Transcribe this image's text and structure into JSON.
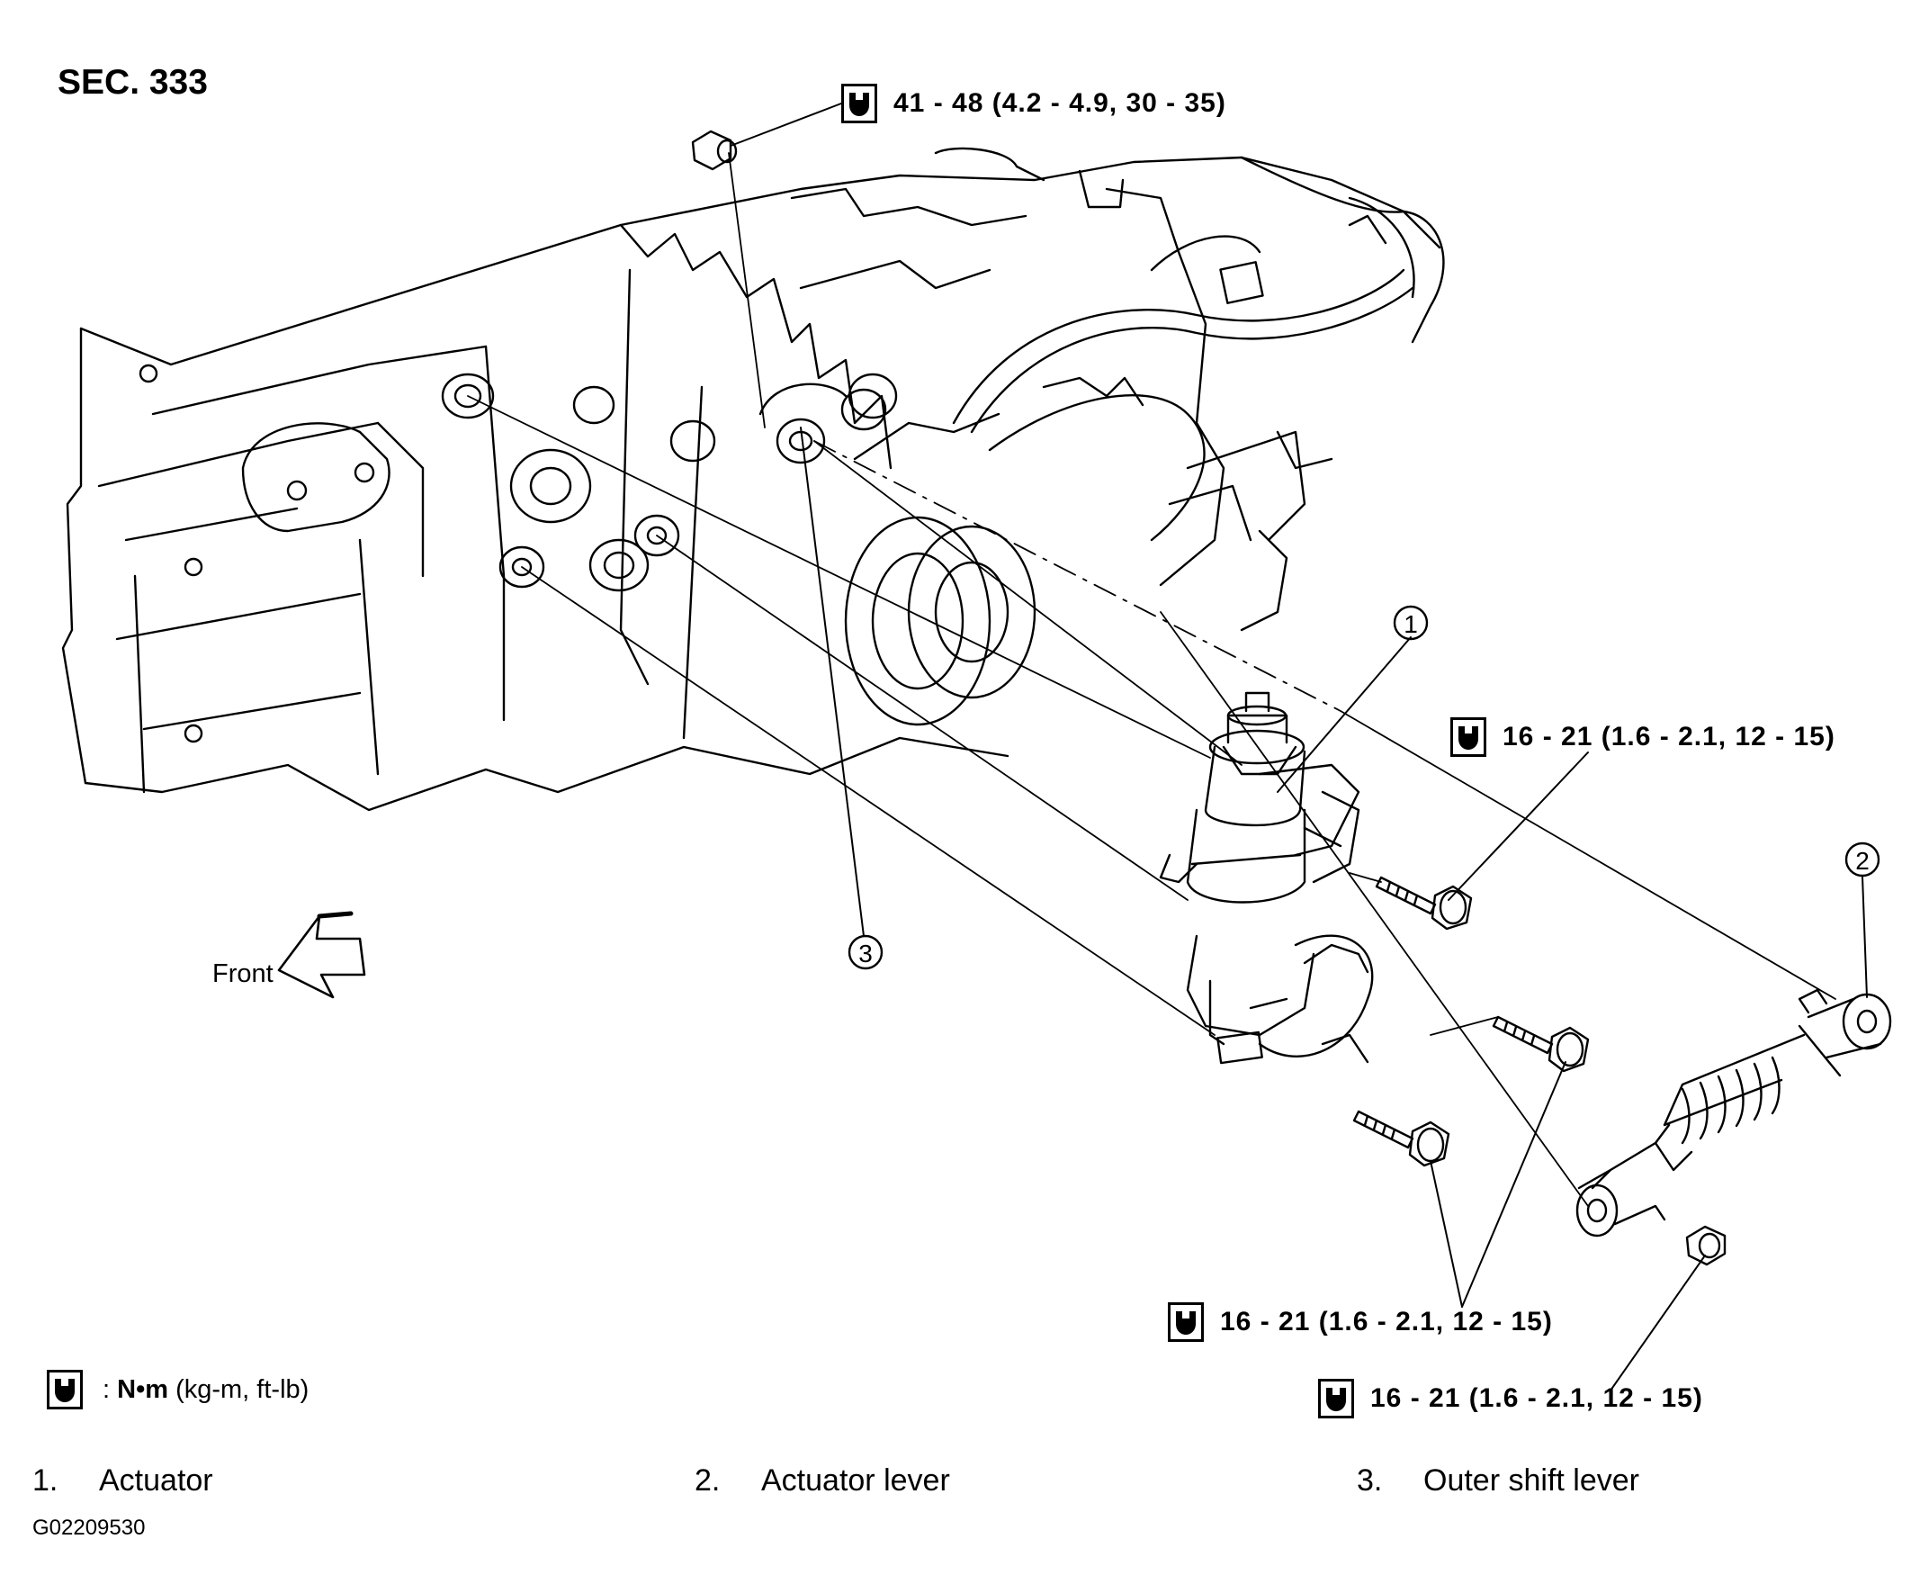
{
  "section": "SEC. 333",
  "torque_specs": [
    {
      "id": "top",
      "text": "41 - 48 (4.2 - 4.9, 30 - 35)"
    },
    {
      "id": "right-upper",
      "text": "16 - 21 (1.6 - 2.1, 12 - 15)"
    },
    {
      "id": "middle-lower",
      "text": "16 - 21 (1.6 - 2.1, 12 - 15)"
    },
    {
      "id": "bottom",
      "text": "16 - 21 (1.6 - 2.1, 12 - 15)"
    }
  ],
  "torque_units": {
    "symbol": "N•m",
    "units": "(kg-m, ft-lb)",
    "separator": ":"
  },
  "callouts": [
    "1",
    "2",
    "3"
  ],
  "direction_label": "Front",
  "parts": [
    {
      "num": "1.",
      "name": "Actuator"
    },
    {
      "num": "2.",
      "name": "Actuator lever"
    },
    {
      "num": "3.",
      "name": "Outer shift lever"
    }
  ],
  "figure_id": "G02209530",
  "colors": {
    "ink": "#000000",
    "paper": "#ffffff"
  }
}
